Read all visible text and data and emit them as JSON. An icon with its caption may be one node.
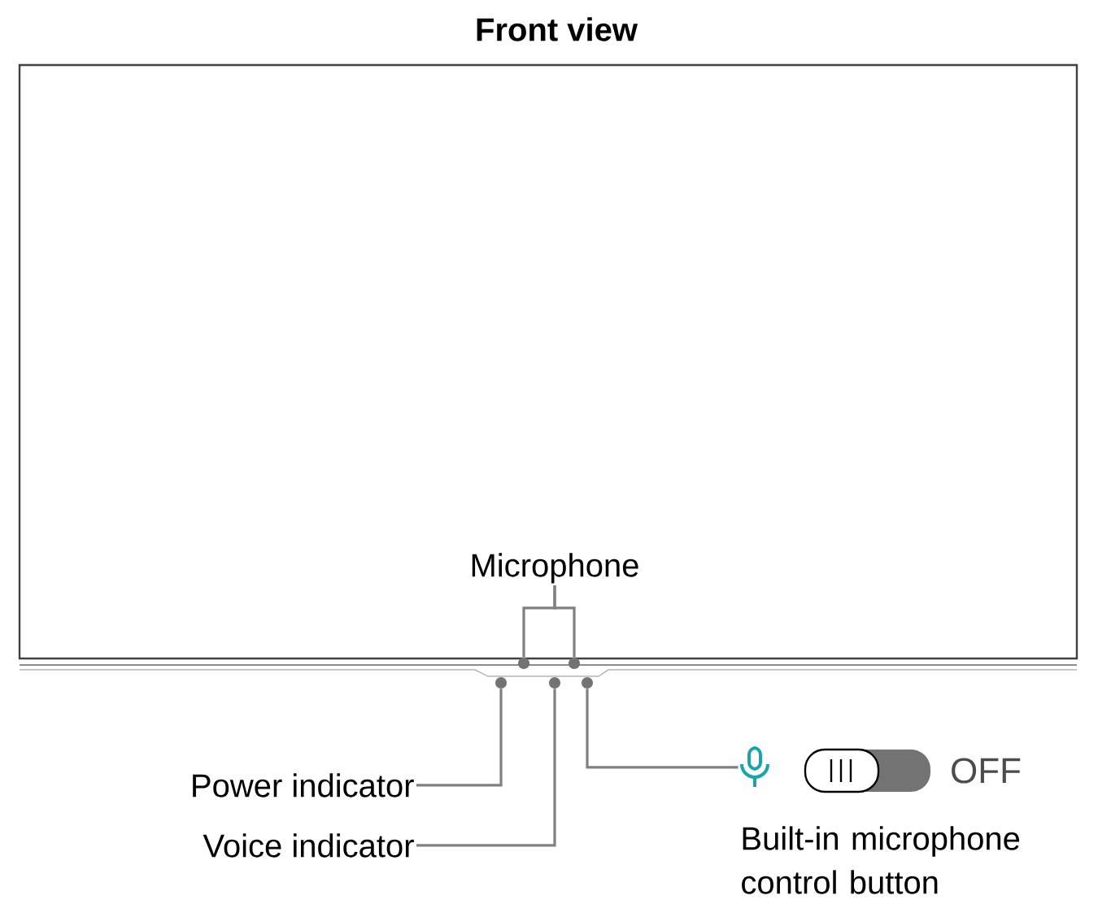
{
  "diagram": {
    "title": "Front view",
    "nodes": [
      {
        "text": [
          "Microphone"
        ]
      },
      {
        "text": [],
        "shape": "circle"
      },
      {
        "text": [],
        "shape": "circle"
      },
      {
        "text": [
          "Power indicator"
        ]
      },
      {
        "text": [],
        "shape": "circle"
      },
      {
        "text": [
          "Voice indicator"
        ]
      },
      {
        "text": [],
        "shape": "circle"
      },
      {
        "text": [],
        "shape": "circle"
      },
      {
        "text": [],
        "shape": "microphone"
      }
    ],
    "edges": [
      {
        "from": 0,
        "to": 1,
        "arrow": "none"
      },
      {
        "from": 0,
        "to": 2,
        "arrow": "none"
      },
      {
        "from": 3,
        "to": 4,
        "arrow": "none"
      },
      {
        "from": 5,
        "to": 6,
        "arrow": "none"
      },
      {
        "from": 8,
        "to": 7,
        "arrow": "none"
      }
    ],
    "labels": [
      "OFF",
      "Built-in microphone control button"
    ]
  }
}
